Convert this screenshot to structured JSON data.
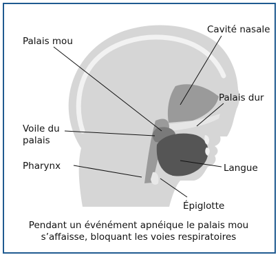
{
  "labels": {
    "palais_mou": "Palais mou",
    "cavite_nasale": "Cavité nasale",
    "palais_dur": "Palais dur",
    "voile_line1": "Voile du",
    "voile_line2": "palais",
    "pharynx": "Pharynx",
    "langue": "Langue",
    "epiglotte": "Épiglotte"
  },
  "caption": {
    "line1": "Pendant un événément apnéique le palais mou",
    "line2": "s’affaisse, bloquant les voies respiratoires"
  },
  "colors": {
    "border": "#1f5a90",
    "head_light": "#d6d6d6",
    "skull_outline": "#f2f2f2",
    "airway_mid": "#9a9a9a",
    "tongue_dark": "#555555"
  }
}
